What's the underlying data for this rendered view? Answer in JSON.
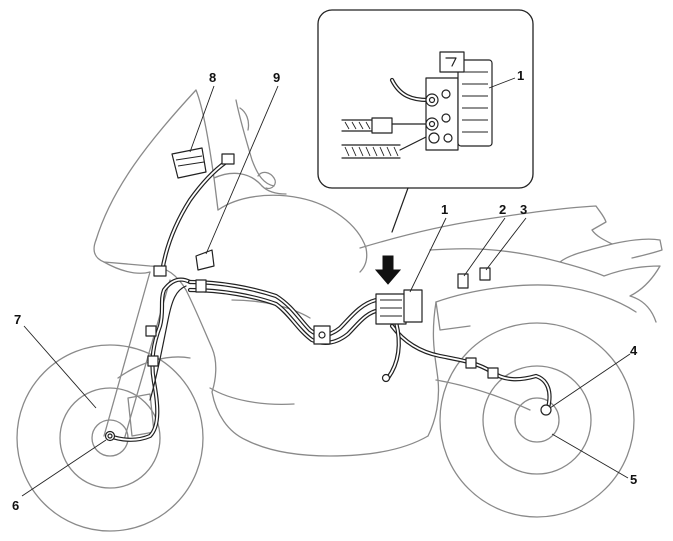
{
  "diagram": {
    "callouts": [
      {
        "id": "callout-1-inset",
        "label": "1"
      },
      {
        "id": "callout-1",
        "label": "1"
      },
      {
        "id": "callout-2",
        "label": "2"
      },
      {
        "id": "callout-3",
        "label": "3"
      },
      {
        "id": "callout-4",
        "label": "4"
      },
      {
        "id": "callout-5",
        "label": "5"
      },
      {
        "id": "callout-6",
        "label": "6"
      },
      {
        "id": "callout-7",
        "label": "7"
      },
      {
        "id": "callout-8",
        "label": "8"
      },
      {
        "id": "callout-9",
        "label": "9"
      }
    ]
  }
}
